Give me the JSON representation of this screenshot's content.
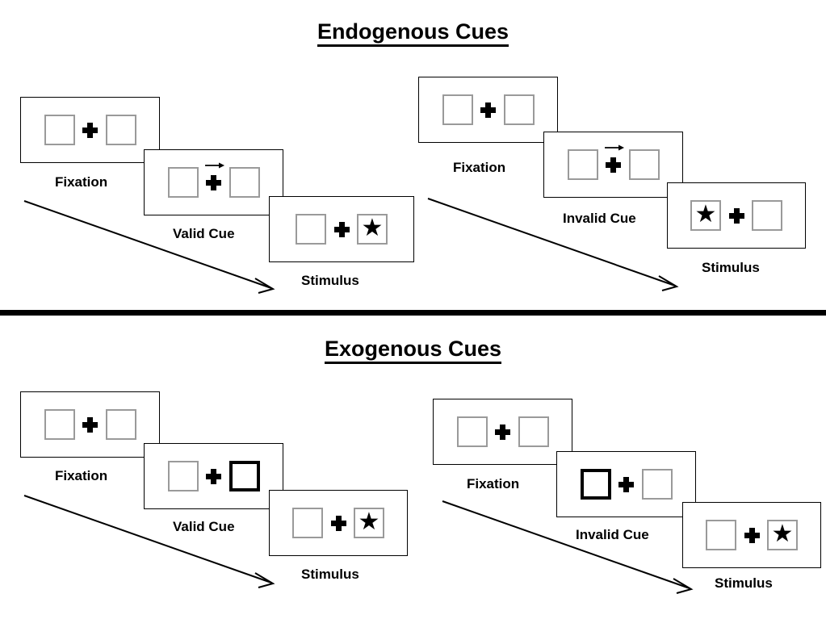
{
  "sections": [
    {
      "id": "endogenous",
      "title": "Endogenous Cues",
      "sequences": [
        {
          "id": "endogenous-valid",
          "panels": [
            {
              "caption": "Fixation",
              "cue_type": "none",
              "left_box": "empty",
              "right_box": "empty"
            },
            {
              "caption": "Valid Cue",
              "cue_type": "arrow-right",
              "left_box": "empty",
              "right_box": "empty"
            },
            {
              "caption": "Stimulus",
              "cue_type": "none",
              "left_box": "empty",
              "right_box": "star"
            }
          ]
        },
        {
          "id": "endogenous-invalid",
          "panels": [
            {
              "caption": "Fixation",
              "cue_type": "none",
              "left_box": "empty",
              "right_box": "empty"
            },
            {
              "caption": "Invalid Cue",
              "cue_type": "arrow-right",
              "left_box": "empty",
              "right_box": "empty"
            },
            {
              "caption": "Stimulus",
              "cue_type": "none",
              "left_box": "star",
              "right_box": "empty"
            }
          ]
        }
      ]
    },
    {
      "id": "exogenous",
      "title": "Exogenous Cues",
      "sequences": [
        {
          "id": "exogenous-valid",
          "panels": [
            {
              "caption": "Fixation",
              "cue_type": "none",
              "left_box": "empty",
              "right_box": "empty"
            },
            {
              "caption": "Valid Cue",
              "cue_type": "box-highlight-right",
              "left_box": "empty",
              "right_box": "highlighted"
            },
            {
              "caption": "Stimulus",
              "cue_type": "none",
              "left_box": "empty",
              "right_box": "star"
            }
          ]
        },
        {
          "id": "exogenous-invalid",
          "panels": [
            {
              "caption": "Fixation",
              "cue_type": "none",
              "left_box": "empty",
              "right_box": "empty"
            },
            {
              "caption": "Invalid Cue",
              "cue_type": "box-highlight-left",
              "left_box": "highlighted",
              "right_box": "empty"
            },
            {
              "caption": "Stimulus",
              "cue_type": "none",
              "left_box": "empty",
              "right_box": "star"
            }
          ]
        }
      ]
    }
  ],
  "glyphs": {
    "star": "★"
  },
  "colors": {
    "ink": "#000000",
    "box_outline": "#9a9a9a",
    "background": "#ffffff"
  }
}
